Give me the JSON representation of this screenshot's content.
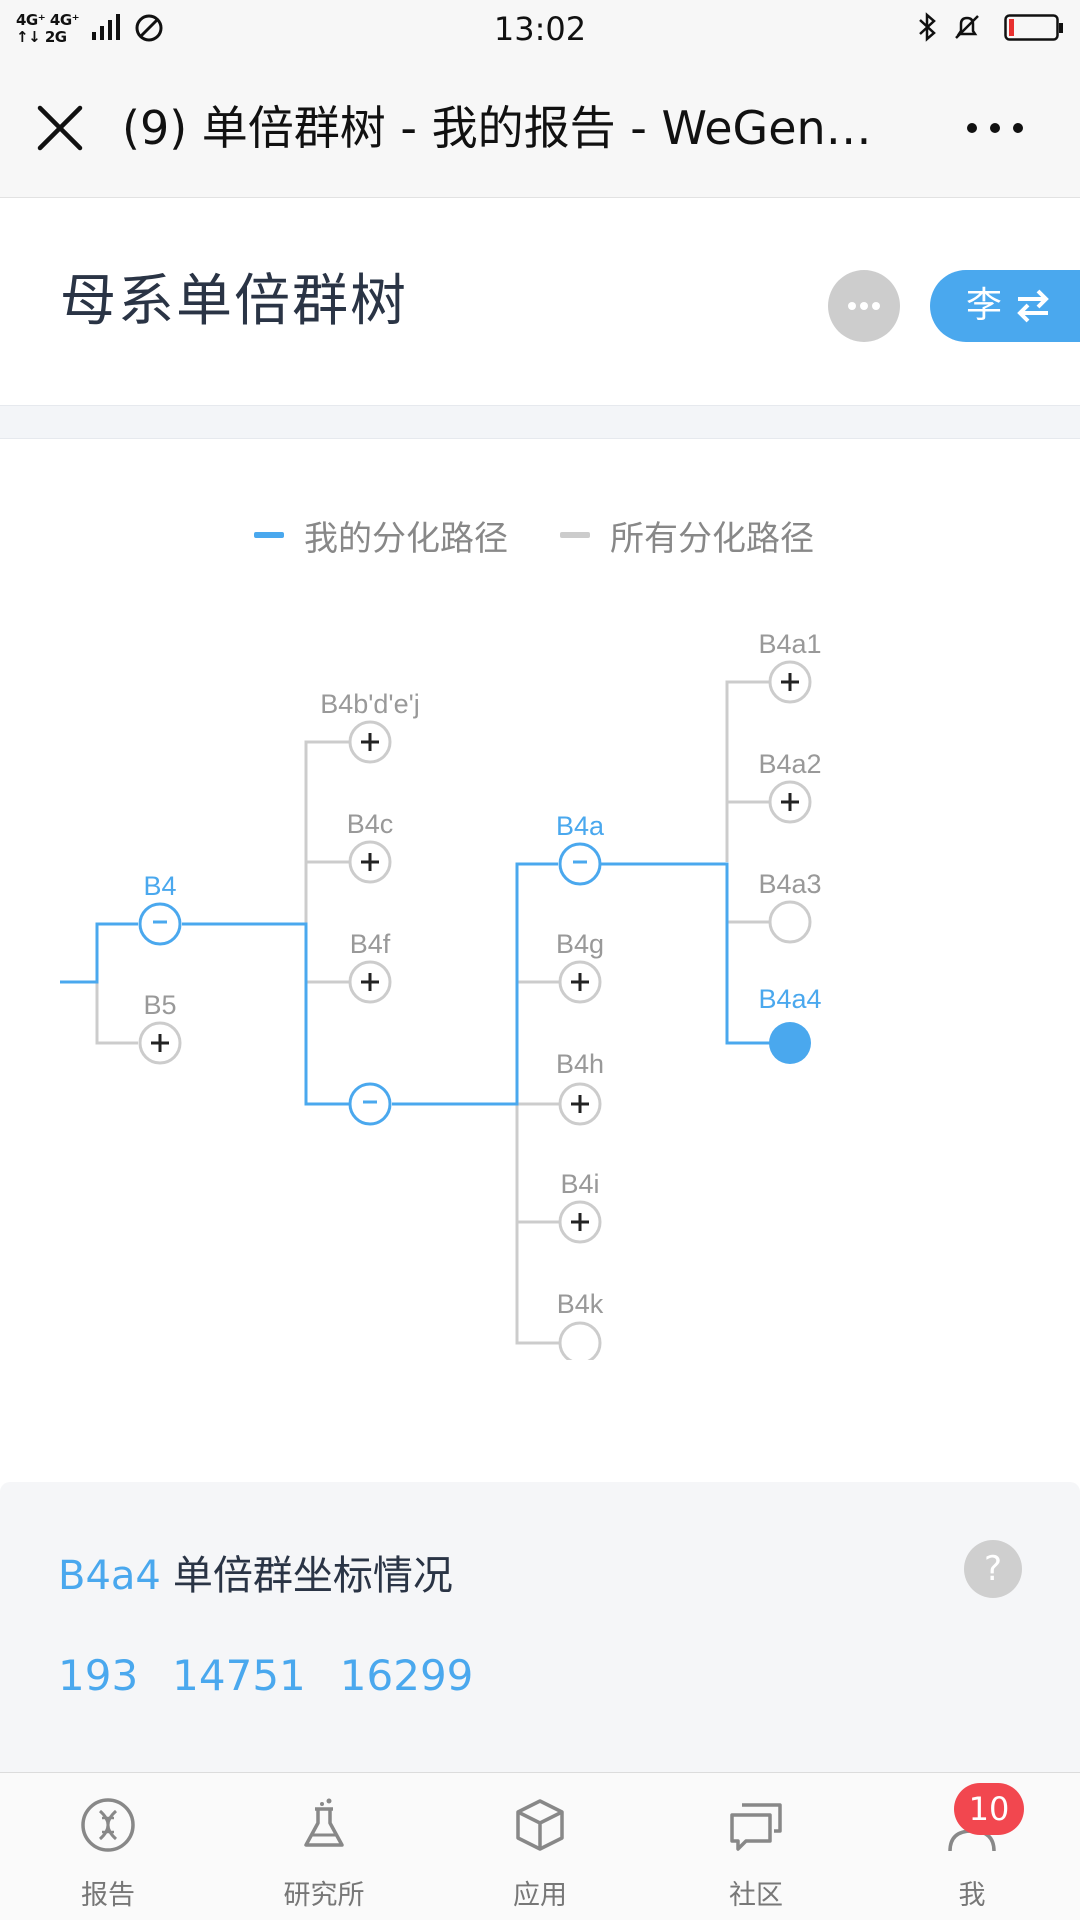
{
  "status_bar": {
    "network_top": "4G⁺ 4G⁺",
    "network_bottom": "↑↓ 2G",
    "time": "13:02"
  },
  "header": {
    "title": "(9) 单倍群树 - 我的报告 - WeGen…",
    "close_icon": "close-icon",
    "more_icon": "more-dots-icon"
  },
  "page": {
    "title": "母系单倍群树",
    "user_label": "李",
    "switch_icon": "swap-arrows-icon"
  },
  "legend": {
    "mine": "我的分化路径",
    "all": "所有分化路径",
    "mine_color": "#4aa8ee",
    "all_color": "#cccccc"
  },
  "tree": {
    "highlight_color": "#4aa8ee",
    "neutral_color": "#cccccc",
    "nodes": [
      {
        "id": "B4",
        "label": "B4",
        "state": "collapse",
        "on_path": true
      },
      {
        "id": "B5",
        "label": "B5",
        "state": "expand",
        "on_path": false
      },
      {
        "id": "B4bdej",
        "label": "B4b'd'e'j",
        "state": "expand",
        "on_path": false
      },
      {
        "id": "B4c",
        "label": "B4c",
        "state": "expand",
        "on_path": false
      },
      {
        "id": "B4f",
        "label": "B4f",
        "state": "expand",
        "on_path": false
      },
      {
        "id": "B4-sub",
        "label": "",
        "state": "collapse",
        "on_path": true
      },
      {
        "id": "B4a",
        "label": "B4a",
        "state": "collapse",
        "on_path": true
      },
      {
        "id": "B4g",
        "label": "B4g",
        "state": "expand",
        "on_path": false
      },
      {
        "id": "B4h",
        "label": "B4h",
        "state": "expand",
        "on_path": false
      },
      {
        "id": "B4i",
        "label": "B4i",
        "state": "expand",
        "on_path": false
      },
      {
        "id": "B4k",
        "label": "B4k",
        "state": "leaf",
        "on_path": false
      },
      {
        "id": "B4a1",
        "label": "B4a1",
        "state": "expand",
        "on_path": false
      },
      {
        "id": "B4a2",
        "label": "B4a2",
        "state": "expand",
        "on_path": false
      },
      {
        "id": "B4a3",
        "label": "B4a3",
        "state": "leaf",
        "on_path": false
      },
      {
        "id": "B4a4",
        "label": "B4a4",
        "state": "selected",
        "on_path": true
      }
    ]
  },
  "info": {
    "haplogroup": "B4a4",
    "title": "单倍群坐标情况",
    "help": "?",
    "coords": [
      "193",
      "14751",
      "16299"
    ]
  },
  "tabs": [
    {
      "label": "报告",
      "icon": "dna-icon"
    },
    {
      "label": "研究所",
      "icon": "flask-icon"
    },
    {
      "label": "应用",
      "icon": "cube-icon"
    },
    {
      "label": "社区",
      "icon": "chat-icon"
    },
    {
      "label": "我",
      "icon": "person-icon",
      "badge": "10"
    }
  ]
}
